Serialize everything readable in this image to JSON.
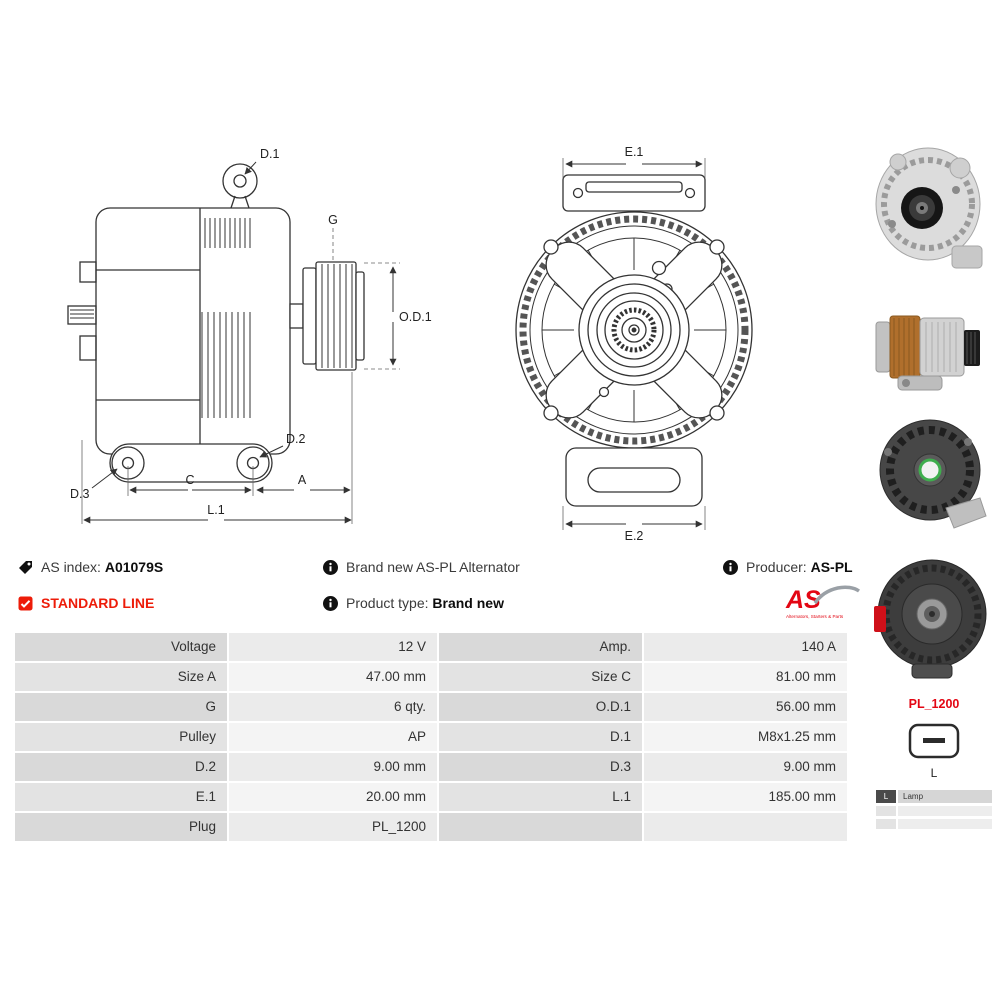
{
  "colors": {
    "brand_red": "#e30613",
    "alert_red": "#ed1c09",
    "table_label_odd": "#d9d9d9",
    "table_value_odd": "#ebebeb",
    "table_label_even": "#e3e3e3",
    "table_value_even": "#f4f4f4",
    "line_color": "#333333"
  },
  "info": {
    "as_index_label": "AS index:",
    "as_index_value": "A01079S",
    "brand_new": "Brand new AS-PL Alternator",
    "producer_label": "Producer:",
    "producer_value": "AS-PL",
    "standard_line": "STANDARD LINE",
    "product_type_label": "Product type:",
    "product_type_value": "Brand new",
    "logo_text": "AS",
    "logo_sub": "Alternators, Starters & Parts"
  },
  "diagram": {
    "side": {
      "d1": "D.1",
      "g": "G",
      "od1": "O.D.1",
      "d2": "D.2",
      "d3": "D.3",
      "c": "C",
      "a": "A",
      "l1": "L.1"
    },
    "front": {
      "e1": "E.1",
      "e2": "E.2"
    }
  },
  "table": {
    "rows": [
      {
        "l1": "Voltage",
        "v1": "12 V",
        "l2": "Amp.",
        "v2": "140 A"
      },
      {
        "l1": "Size A",
        "v1": "47.00 mm",
        "l2": "Size C",
        "v2": "81.00 mm"
      },
      {
        "l1": "G",
        "v1": "6 qty.",
        "l2": "O.D.1",
        "v2": "56.00 mm"
      },
      {
        "l1": "Pulley",
        "v1": "AP",
        "l2": "D.1",
        "v2": "M8x1.25 mm"
      },
      {
        "l1": "D.2",
        "v1": "9.00 mm",
        "l2": "D.3",
        "v2": "9.00 mm"
      },
      {
        "l1": "E.1",
        "v1": "20.00 mm",
        "l2": "L.1",
        "v2": "185.00 mm"
      },
      {
        "l1": "Plug",
        "v1": "PL_1200",
        "l2": "",
        "v2": ""
      }
    ]
  },
  "side_panel": {
    "plug_code": "PL_1200",
    "plug_pin_label": "L",
    "legend_key": "L",
    "legend_name": "Lamp"
  }
}
